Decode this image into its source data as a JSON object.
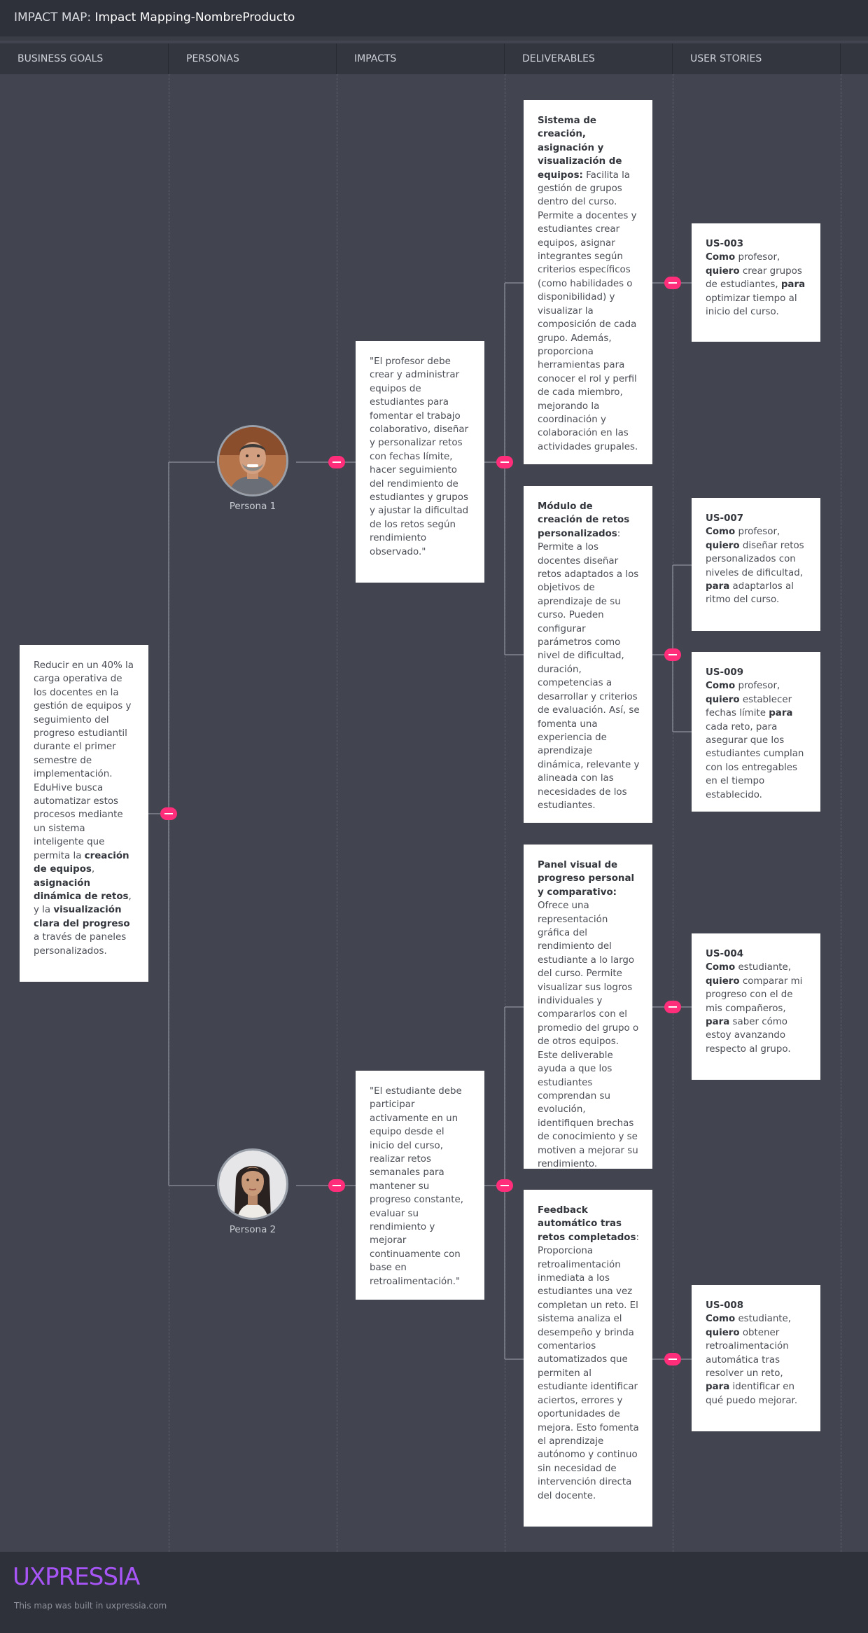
{
  "header": {
    "prefix": "IMPACT MAP:",
    "title": "Impact Mapping-NombreProducto"
  },
  "columns": [
    "BUSINESS GOALS",
    "PERSONAS",
    "IMPACTS",
    "DELIVERABLES",
    "USER STORIES"
  ],
  "goal": {
    "parts": [
      {
        "t": "Reducir en un 40% la carga operativa de los docentes en la gestión de equipos y seguimiento del progreso estudiantil durante el primer semestre de implementación. EduHive busca automatizar estos procesos mediante un sistema inteligente que permita la ",
        "b": false
      },
      {
        "t": "creación de equipos",
        "b": true
      },
      {
        "t": ", ",
        "b": false
      },
      {
        "t": "asignación dinámica de retos",
        "b": true
      },
      {
        "t": ", y la ",
        "b": false
      },
      {
        "t": "visualización clara del progreso",
        "b": true
      },
      {
        "t": " a través de paneles personalizados.",
        "b": false
      }
    ]
  },
  "personas": [
    {
      "name": "Persona 1"
    },
    {
      "name": "Persona 2"
    }
  ],
  "impacts": [
    {
      "text": "\"El profesor debe crear y administrar equipos de estudiantes para fomentar el trabajo colaborativo,  diseñar y personalizar retos con fechas límite, hacer seguimiento del rendimiento de estudiantes y grupos y  ajustar la dificultad de los retos según rendimiento observado.\""
    },
    {
      "text": "\"El estudiante debe participar activamente en un equipo desde el inicio del curso, realizar retos semanales para mantener su progreso constante,  evaluar su rendimiento  y mejorar continuamente con base en retroalimentación.\""
    }
  ],
  "deliverables": [
    {
      "title": "Sistema de creación, asignación y visualización de equipos:",
      "text": " Facilita la gestión de grupos dentro del curso. Permite a docentes y estudiantes crear equipos, asignar integrantes según criterios específicos (como habilidades o disponibilidad) y visualizar la composición de cada grupo. Además, proporciona herramientas para conocer el rol y perfil de cada miembro, mejorando la coordinación y colaboración en las actividades grupales."
    },
    {
      "title": "Módulo de creación de retos personalizados",
      "text": ": Permite a los docentes diseñar retos adaptados a los objetivos de aprendizaje de su curso. Pueden configurar parámetros como nivel de dificultad, duración, competencias a desarrollar y criterios de evaluación. Así, se fomenta una experiencia de aprendizaje dinámica, relevante y alineada con las necesidades de los estudiantes."
    },
    {
      "title": "Panel visual de progreso personal y comparativo:",
      "text": "  Ofrece una representación gráfica del rendimiento del estudiante a lo largo del curso. Permite visualizar sus logros individuales y compararlos con el promedio del grupo o de otros equipos. Este deliverable ayuda a que los estudiantes comprendan su evolución, identifiquen brechas de conocimiento y se motiven a mejorar su rendimiento."
    },
    {
      "title": "Feedback automático tras retos completados",
      "text": ": Proporciona retroalimentación inmediata a los estudiantes una vez completan un reto. El sistema analiza el desempeño y brinda comentarios automatizados que permiten al estudiante identificar aciertos, errores y oportunidades de mejora. Esto fomenta el aprendizaje autónomo y continuo sin necesidad de intervención directa del docente."
    }
  ],
  "stories": [
    {
      "id": "US-003",
      "parts": [
        {
          "t": "Como",
          "b": true
        },
        {
          "t": " profesor, ",
          "b": false
        },
        {
          "t": "quiero",
          "b": true
        },
        {
          "t": " crear grupos de estudiantes, ",
          "b": false
        },
        {
          "t": "para",
          "b": true
        },
        {
          "t": " optimizar tiempo al inicio del curso.",
          "b": false
        }
      ]
    },
    {
      "id": "US-007",
      "parts": [
        {
          "t": "Como",
          "b": true
        },
        {
          "t": " profesor, ",
          "b": false
        },
        {
          "t": "quiero",
          "b": true
        },
        {
          "t": " diseñar retos personalizados con niveles de dificultad, ",
          "b": false
        },
        {
          "t": "para",
          "b": true
        },
        {
          "t": " adaptarlos al ritmo del curso.",
          "b": false
        }
      ]
    },
    {
      "id": "US-009",
      "parts": [
        {
          "t": "Como",
          "b": true
        },
        {
          "t": " profesor, ",
          "b": false
        },
        {
          "t": "quiero",
          "b": true
        },
        {
          "t": " establecer fechas límite ",
          "b": false
        },
        {
          "t": "para",
          "b": true
        },
        {
          "t": " cada reto, para asegurar que los estudiantes cumplan con los entregables en el tiempo establecido.",
          "b": false
        }
      ]
    },
    {
      "id": "US-004",
      "parts": [
        {
          "t": "Como",
          "b": true
        },
        {
          "t": " estudiante, ",
          "b": false
        },
        {
          "t": "quiero",
          "b": true
        },
        {
          "t": " comparar mi progreso con el de mis compañeros, ",
          "b": false
        },
        {
          "t": "para",
          "b": true
        },
        {
          "t": " saber cómo estoy avanzando respecto al grupo.",
          "b": false
        }
      ]
    },
    {
      "id": "US-008",
      "parts": [
        {
          "t": "Como",
          "b": true
        },
        {
          "t": " estudiante, ",
          "b": false
        },
        {
          "t": "quiero",
          "b": true
        },
        {
          "t": " obtener retroalimentación automática tras resolver un reto, ",
          "b": false
        },
        {
          "t": "para",
          "b": true
        },
        {
          "t": " identificar en qué puedo mejorar.",
          "b": false
        }
      ]
    }
  ],
  "footer": {
    "brand": "UXPRESSIA",
    "note": "This map was built in uxpressia.com"
  },
  "colors": {
    "accent": "#ff2d7a",
    "brand": "#a855f7",
    "background": "#42454f"
  }
}
